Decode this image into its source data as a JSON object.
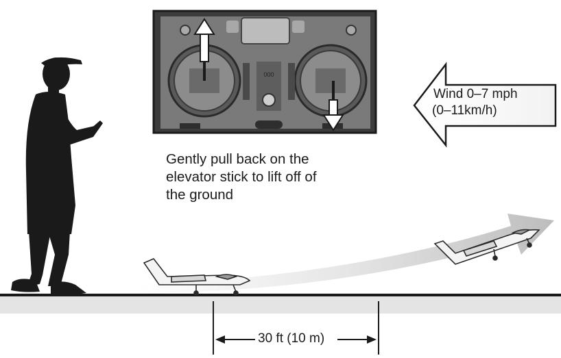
{
  "caption": {
    "line1": "Gently pull back on the",
    "line2": "elevator stick to lift off of",
    "line3": "the ground"
  },
  "wind": {
    "line1": "Wind 0–7 mph",
    "line2": "(0–11km/h)"
  },
  "distance": {
    "label": "30 ft (10 m)"
  },
  "transmitter": {
    "display_text": "000"
  },
  "colors": {
    "silhouette": "#1a1a1a",
    "transmitter_body": "#3a3a3a",
    "transmitter_face": "#6e6e6e",
    "ground": "#1a1a1a",
    "ground_shadow": "#d8d8d8",
    "arrow_gray": "#c8c8c8",
    "plane_fill": "#f4f4f4"
  },
  "icons": [
    "person-silhouette",
    "transmitter-illustration",
    "airplane-ground",
    "airplane-climbing",
    "wind-arrow",
    "climb-path-arrow"
  ]
}
